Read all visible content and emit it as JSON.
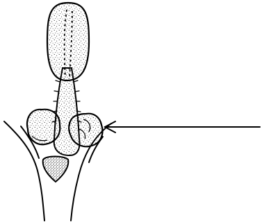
{
  "figure": {
    "ink_color": "#000000",
    "paper_color": "#ffffff",
    "parts": [
      "upper-elongated-lobe",
      "stalk",
      "left-swelling",
      "right-swelling",
      "basal-gland",
      "enclosing-bracts",
      "pointer-arrow"
    ]
  }
}
